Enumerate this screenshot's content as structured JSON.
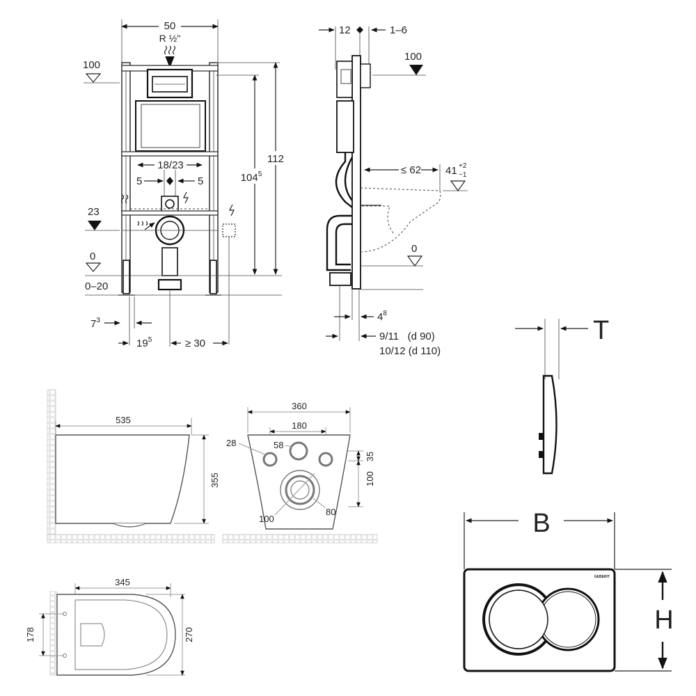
{
  "frame_front": {
    "width_top": "50",
    "pipe_label": "R ½\"",
    "level_top": "100",
    "height_total": "112",
    "height_inner": "104",
    "height_inner_sup": "5",
    "flush_spacing": "18/23",
    "offset_left": "5",
    "offset_right": "5",
    "level_mid": "23",
    "level_floor": "0",
    "floor_range": "0–20",
    "foot_offset": "7",
    "foot_offset_sup": "3",
    "axis_offset": "19",
    "axis_offset_sup": "5",
    "socket_min": "≥ 30"
  },
  "frame_side": {
    "depth": "12",
    "adjust": "1–6",
    "level_top": "100",
    "bowl_max": "≤ 62",
    "bowl_height": "41",
    "bowl_height_tol_plus": "+2",
    "bowl_height_tol_minus": "−1",
    "level_floor": "0",
    "offset_small": "4",
    "offset_small_sup": "8",
    "pipe_90": "9/11   (d 90)",
    "pipe_110": "10/12 (d 110)"
  },
  "flush_plate_side": {
    "label_t": "T"
  },
  "flush_plate_front": {
    "label_b": "B",
    "label_h": "H",
    "brand_mark": "GEBERIT"
  },
  "bowl_side": {
    "length": "535",
    "height": "355"
  },
  "bowl_back": {
    "width": "360",
    "bolt_span": "180",
    "bolt_dia": "28",
    "inlet_dia": "58",
    "top_offset": "35",
    "vertical_span": "100",
    "outlet_dia": "100",
    "outlet_inner": "80"
  },
  "bowl_top": {
    "length": "345",
    "bolt_span": "178",
    "width": "270"
  }
}
